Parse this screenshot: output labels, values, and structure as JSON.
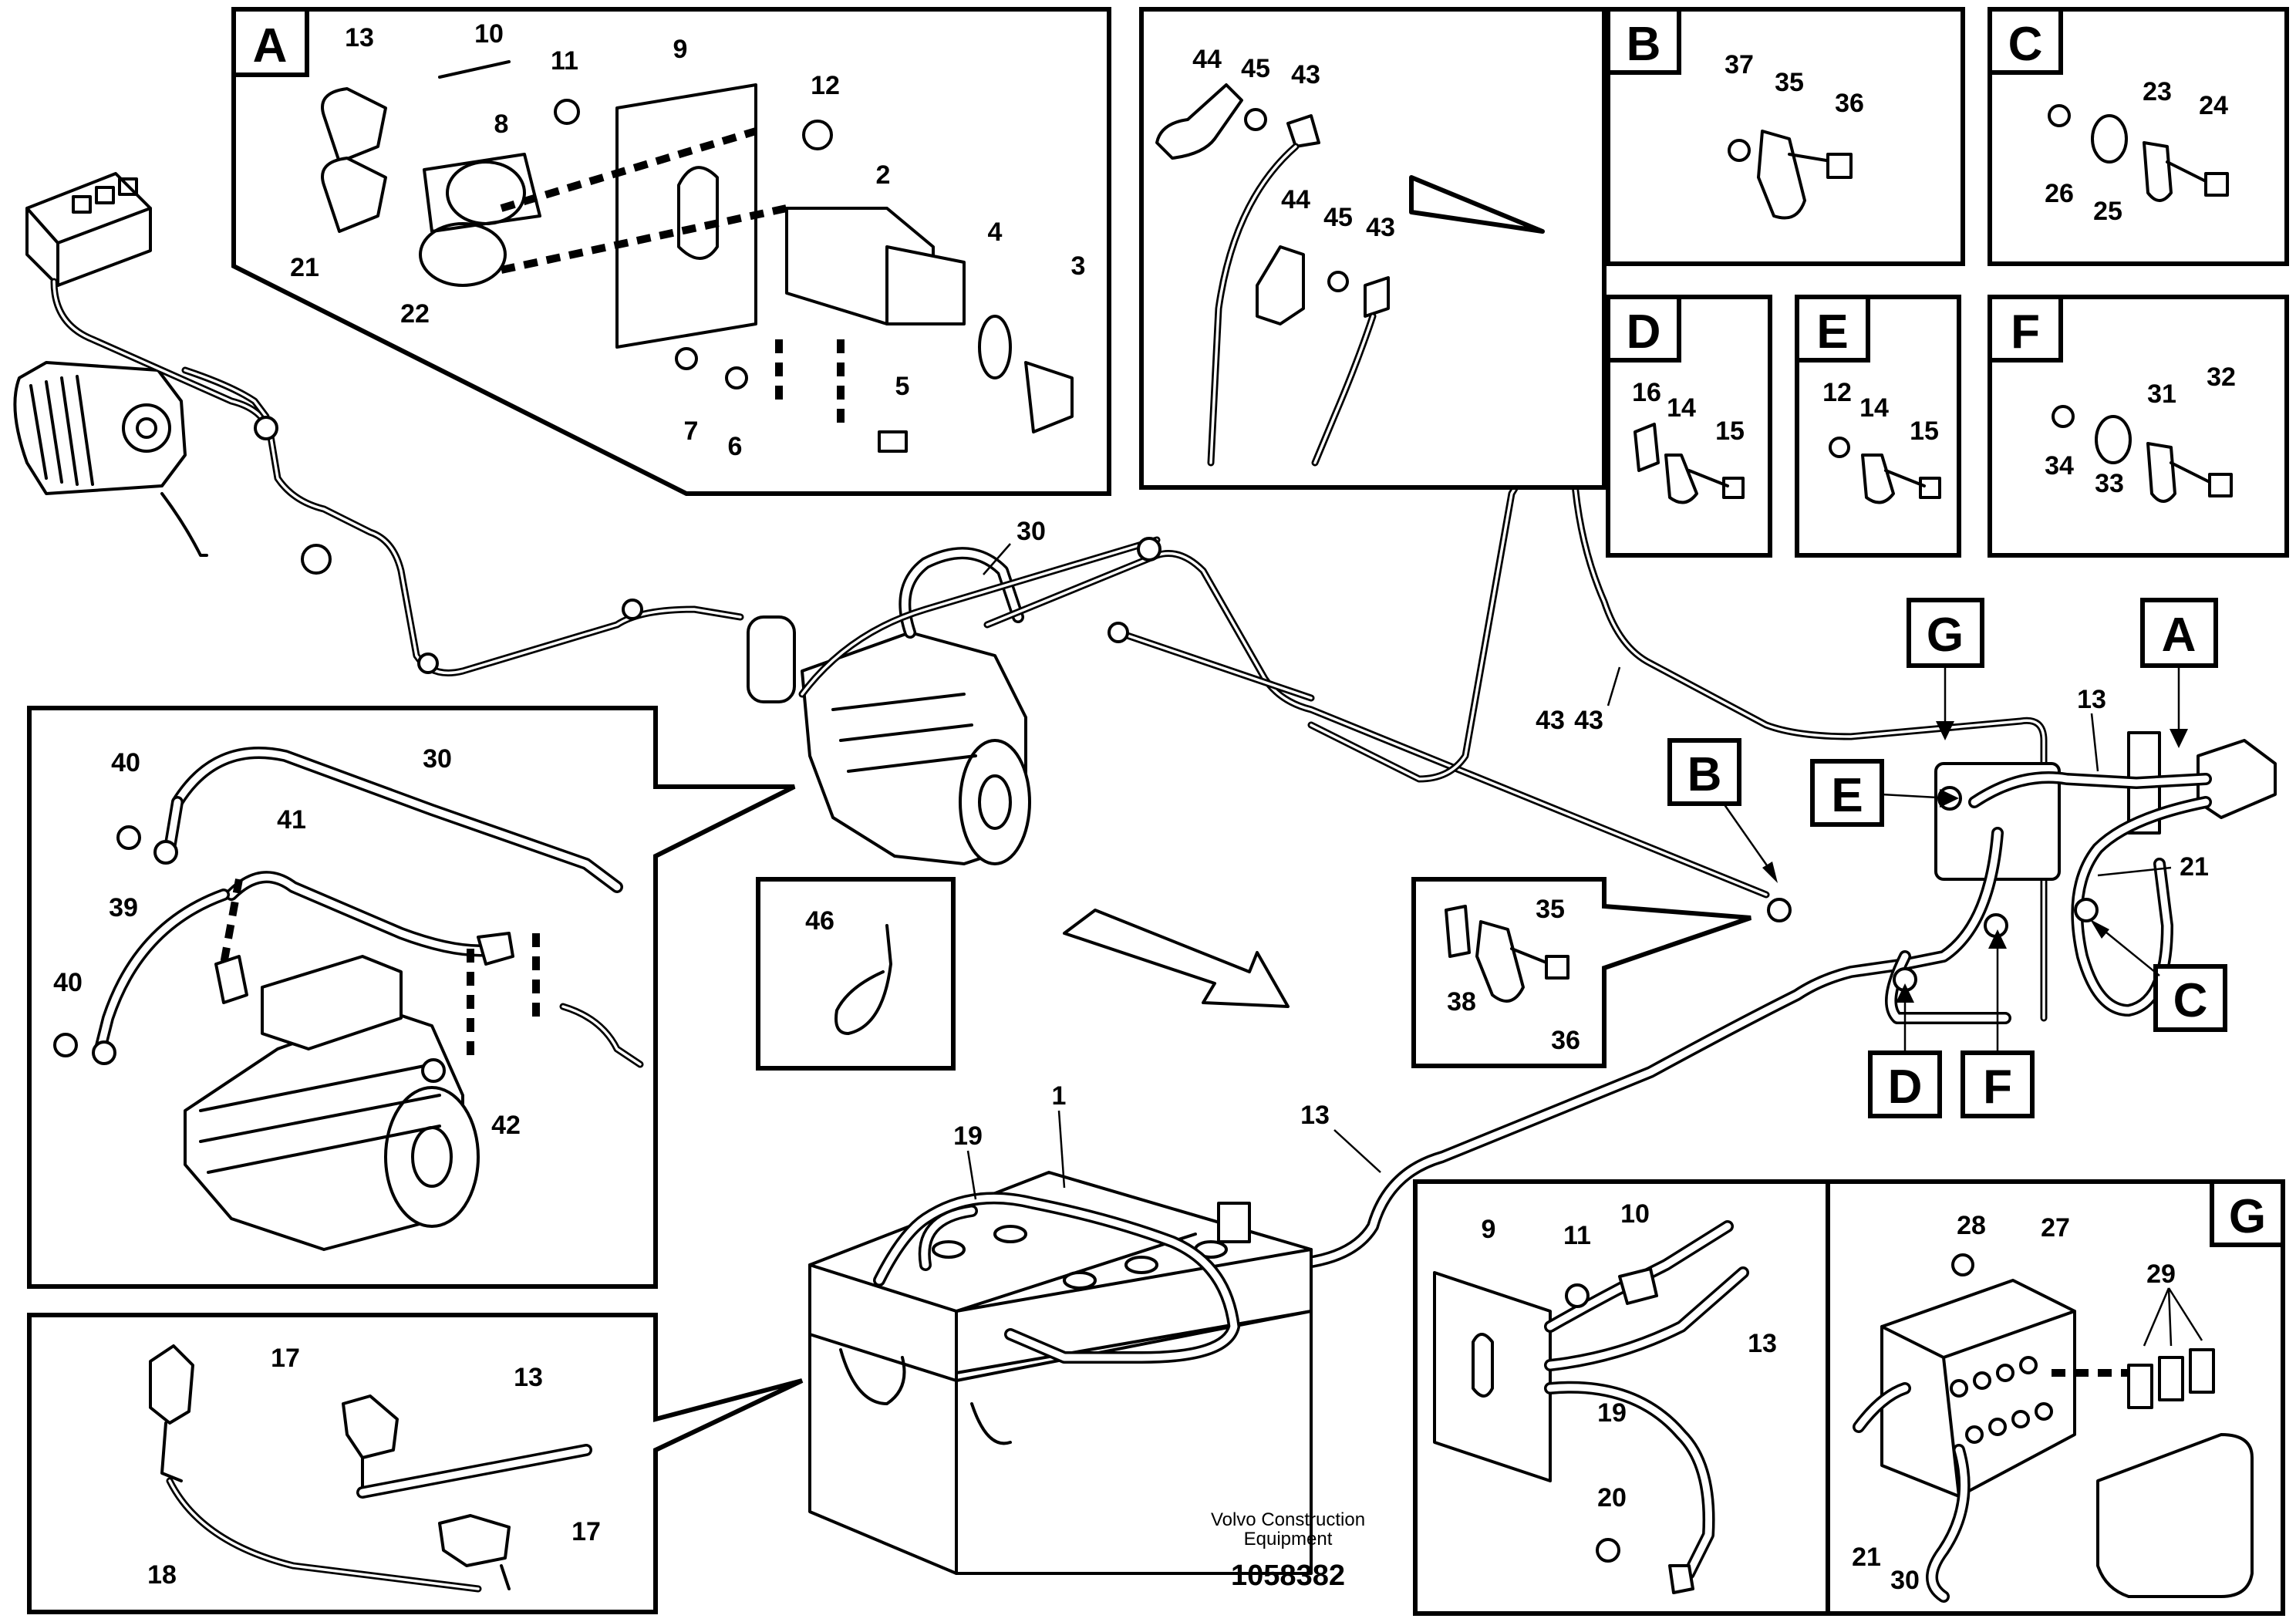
{
  "footer": {
    "company_line1": "Volvo Construction",
    "company_line2": "Equipment",
    "drawing_number": "1058382"
  },
  "detail_letters": {
    "A": "A",
    "B": "B",
    "C": "C",
    "D": "D",
    "E": "E",
    "F": "F",
    "G": "G"
  },
  "labels": {
    "box_a": [
      "13",
      "10",
      "11",
      "9",
      "12",
      "8",
      "2",
      "4",
      "3",
      "21",
      "22",
      "7",
      "6",
      "5"
    ],
    "box_44": [
      "44",
      "45",
      "43",
      "44",
      "45",
      "43"
    ],
    "box_b": [
      "37",
      "35",
      "36"
    ],
    "box_c": [
      "23",
      "24",
      "26",
      "25"
    ],
    "box_d": [
      "16",
      "14",
      "15"
    ],
    "box_e": [
      "12",
      "14",
      "15"
    ],
    "box_f": [
      "31",
      "32",
      "34",
      "33"
    ],
    "box_starter": [
      "40",
      "30",
      "41",
      "39",
      "40",
      "42"
    ],
    "box_46": [
      "46"
    ],
    "box_35": [
      "35",
      "38",
      "36"
    ],
    "box_battery_cables": [
      "17",
      "13",
      "17",
      "18"
    ],
    "box_plate": [
      "9",
      "11",
      "10",
      "13",
      "19",
      "20"
    ],
    "box_g": [
      "28",
      "27",
      "29",
      "21",
      "30"
    ],
    "main": [
      "30",
      "43",
      "43",
      "13",
      "21",
      "1",
      "19",
      "13"
    ]
  }
}
